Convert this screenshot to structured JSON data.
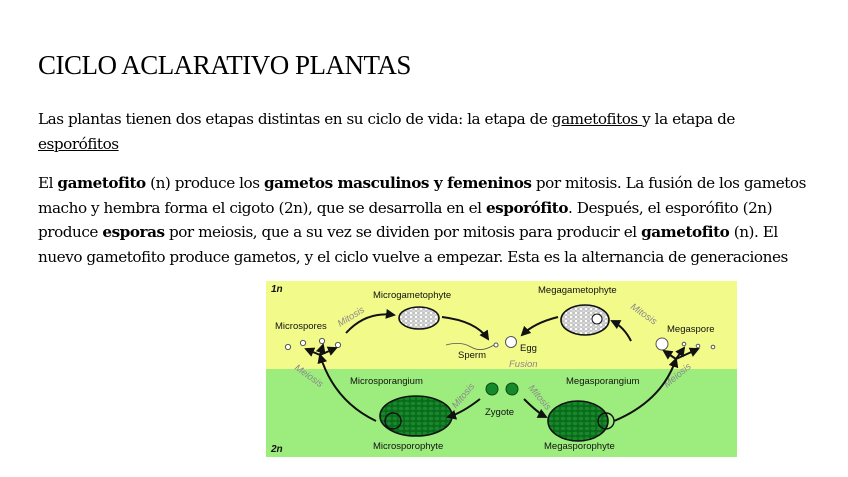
{
  "slide": {
    "title": "CICLO ACLARATIVO PLANTAS",
    "para1": {
      "text_a": "Las plantas tienen dos etapas distintas en su ciclo de vida: la etapa de ",
      "link_a": "gametofitos ",
      "text_b": "y la etapa de ",
      "link_b": "esporófitos"
    },
    "para2": {
      "t1": "El ",
      "b1": "gametofito",
      "t2": " (n) produce los ",
      "b2": "gametos masculinos y femeninos",
      "t3": " por mitosis. La fusión de los gametos macho y hembra forma el cigoto (2n), que se desarrolla en el ",
      "b3": "esporófito",
      "t4": ". Después, el esporófito (2n) produce ",
      "b4": "esporas",
      "t5": " por meiosis, que a su vez se dividen por mitosis para producir el ",
      "b5": "gametofito",
      "t6": " (n). El nuevo gametofito produce gametos, y el ciclo vuelve a empezar. Esta es la alternancia de generaciones"
    }
  },
  "diagram": {
    "gen_top": "1n",
    "gen_bottom": "2n",
    "microgametophyte": "Microgametophyte",
    "megagametophyte": "Megagametophyte",
    "microspores": "Microspores",
    "megaspore": "Megaspore",
    "mitosis_left": "Mitosis",
    "mitosis_right": "Mitosis",
    "mitosis_center_left": "Mitosis",
    "mitosis_center_right": "Mitosis",
    "meiosis_left": "Meiosis",
    "meiosis_right": "Meiosis",
    "egg": "Egg",
    "sperm": "Sperm",
    "fusion": "Fusion",
    "zygote": "Zygote",
    "microsporangium": "Microsporangium",
    "megasporangium": "Megasporangium",
    "microsporophyte": "Microsporophyte",
    "megasporophyte": "Megasporophyte",
    "colors": {
      "haploid": "#f2fa8a",
      "diploid": "#9ded7e",
      "plant": "#0c6a1c"
    }
  }
}
